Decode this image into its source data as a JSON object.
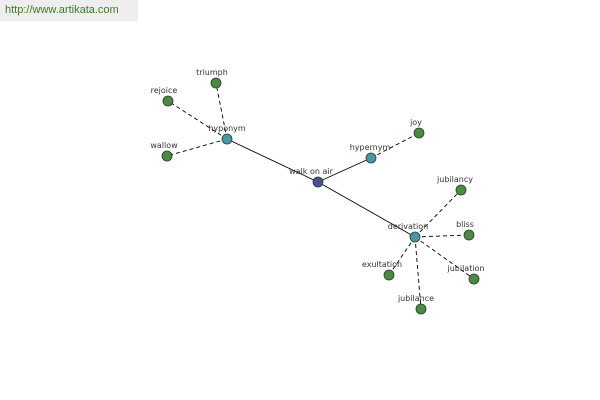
{
  "source": {
    "url": "http://www.artikata.com"
  },
  "colors": {
    "center_node": "#4b4f94",
    "relation_node": "#4a97a4",
    "word_node": "#4b8a43",
    "node_stroke": "#2a3a2a",
    "edge": "#000000"
  },
  "graph": {
    "nodes": [
      {
        "id": "walk_on_air",
        "label": "walk on air",
        "kind": "center"
      },
      {
        "id": "hyponym",
        "label": "hyponym",
        "kind": "relation"
      },
      {
        "id": "hypernym",
        "label": "hypernym",
        "kind": "relation"
      },
      {
        "id": "derivation",
        "label": "derivation",
        "kind": "relation"
      },
      {
        "id": "triumph",
        "label": "triumph",
        "kind": "word"
      },
      {
        "id": "rejoice",
        "label": "rejoice",
        "kind": "word"
      },
      {
        "id": "wallow",
        "label": "wallow",
        "kind": "word"
      },
      {
        "id": "joy",
        "label": "joy",
        "kind": "word"
      },
      {
        "id": "jubilancy",
        "label": "jubilancy",
        "kind": "word"
      },
      {
        "id": "bliss",
        "label": "bliss",
        "kind": "word"
      },
      {
        "id": "jubilation",
        "label": "jubilation",
        "kind": "word"
      },
      {
        "id": "exultation",
        "label": "exultation",
        "kind": "word"
      },
      {
        "id": "jubilance",
        "label": "jubilance",
        "kind": "word"
      }
    ],
    "edges": [
      {
        "from": "walk_on_air",
        "to": "hyponym",
        "style": "solid"
      },
      {
        "from": "walk_on_air",
        "to": "hypernym",
        "style": "solid"
      },
      {
        "from": "walk_on_air",
        "to": "derivation",
        "style": "solid"
      },
      {
        "from": "hyponym",
        "to": "triumph",
        "style": "dashed"
      },
      {
        "from": "hyponym",
        "to": "rejoice",
        "style": "dashed"
      },
      {
        "from": "hyponym",
        "to": "wallow",
        "style": "dashed"
      },
      {
        "from": "hypernym",
        "to": "joy",
        "style": "dashed"
      },
      {
        "from": "derivation",
        "to": "jubilancy",
        "style": "dashed"
      },
      {
        "from": "derivation",
        "to": "bliss",
        "style": "dashed"
      },
      {
        "from": "derivation",
        "to": "jubilation",
        "style": "dashed"
      },
      {
        "from": "derivation",
        "to": "exultation",
        "style": "dashed"
      },
      {
        "from": "derivation",
        "to": "jubilance",
        "style": "dashed"
      }
    ]
  }
}
